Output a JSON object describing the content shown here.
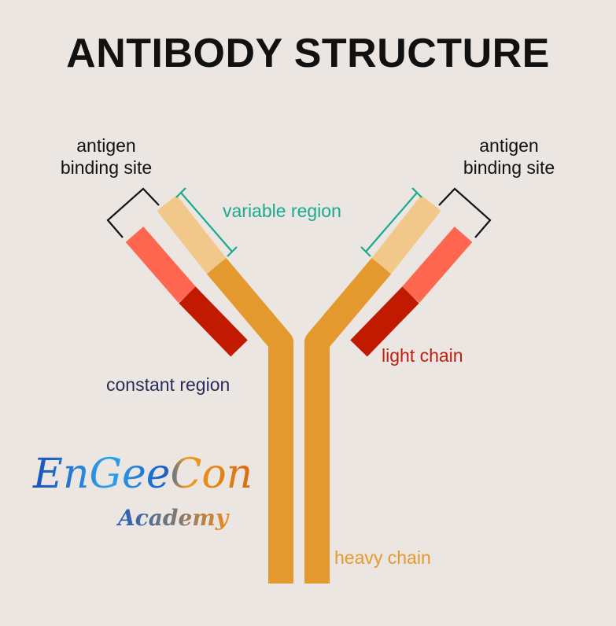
{
  "title": "ANTIBODY STRUCTURE",
  "labels": {
    "antigen_binding_left": [
      "antigen",
      "binding site"
    ],
    "antigen_binding_right": [
      "antigen",
      "binding site"
    ],
    "variable_region": "variable region",
    "light_chain": "light chain",
    "constant_region": "constant region",
    "heavy_chain": "heavy chain"
  },
  "logo": {
    "main": "EnGeeCon",
    "sub": "Academy"
  },
  "colors": {
    "background": "#ebe6e1",
    "heavy_chain": "#e4992e",
    "heavy_variable": "#f2c88a",
    "light_variable": "#fe6650",
    "light_constant": "#c21a00",
    "variable_text": "#1aaa8f",
    "light_text": "#c0200f",
    "constant_text": "#2a2d5a",
    "heavy_text": "#e39a2e"
  }
}
